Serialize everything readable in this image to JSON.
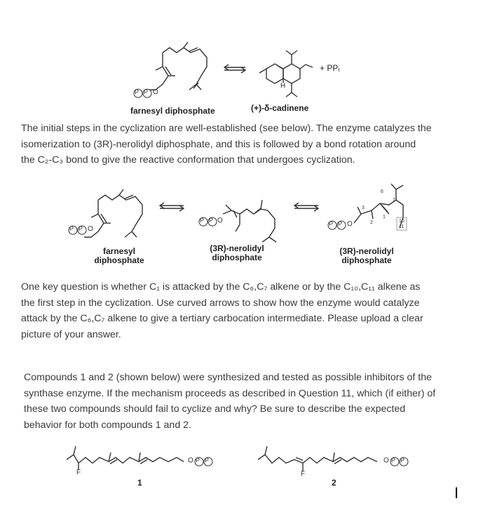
{
  "top": {
    "farnesyl_label": "farnesyl diphosphate",
    "cadinene_label": "(+)-δ-cadinene",
    "ppi": "+ PPᵢ",
    "h_label": "H"
  },
  "para1": {
    "line1": "The initial steps in the cyclization are well-established (see below). The enzyme catalyzes the",
    "line2": "isomerization to (3R)-nerolidyl diphosphate, and this is followed by a bond rotation around",
    "line3": "the C₂-C₃ bond to give the reactive conformation that undergoes cyclization."
  },
  "mid": {
    "farnesyl_line1": "farnesyl",
    "farnesyl_line2": "diphosphate",
    "nerolidyl1_line1": "(3R)-nerolidyl",
    "nerolidyl1_line2": "diphosphate",
    "nerolidyl2_line1": "(3R)-nerolidyl",
    "nerolidyl2_line2": "diphosphate",
    "num_1": "1",
    "num_2": "2",
    "num_3": "3",
    "num_6": "6",
    "num_7": "7",
    "num_10": "10",
    "num_11": "11"
  },
  "para2": {
    "line1": "One key question is whether C₁ is attacked by the C₆,C₇ alkene or by the C₁₀,C₁₁ alkene as",
    "line2": "the first step in the cyclization.  Use curved arrows to show how the enzyme would catalyze",
    "line3": "attack by the C₆,C₇ alkene to give a tertiary carbocation intermediate.  Please upload a clear",
    "line4": "picture of your answer."
  },
  "para3": {
    "line1": "Compounds 1 and 2 (shown below) were synthesized and tested as possible inhibitors of the",
    "line2": "synthase enzyme.  If the mechanism proceeds as described in Question 11, which (if either) of",
    "line3": "these two compounds should fail to cyclize and why?  Be sure to describe the expected",
    "line4": "behavior for both compounds 1 and 2."
  },
  "bottom": {
    "compound1_number": "1",
    "compound2_number": "2",
    "fluorine1": "F",
    "fluorine2": "F",
    "o_label": "O",
    "p_label": "P",
    "cursor": "I"
  }
}
